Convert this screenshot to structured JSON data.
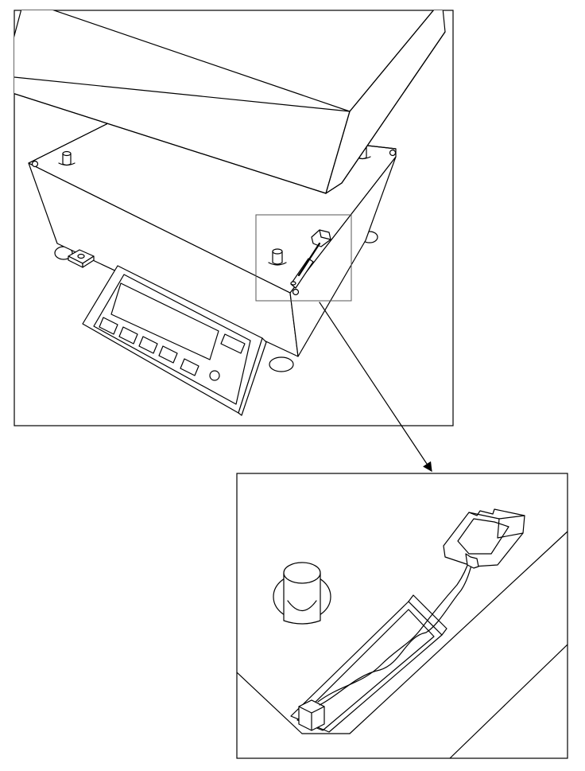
{
  "figure": {
    "type": "technical-line-illustration",
    "subject": "scale-base-connector",
    "views": [
      "overview",
      "detail"
    ],
    "colors": {
      "line": "#000000",
      "background": "#ffffff",
      "callout_box": "#555555"
    }
  }
}
